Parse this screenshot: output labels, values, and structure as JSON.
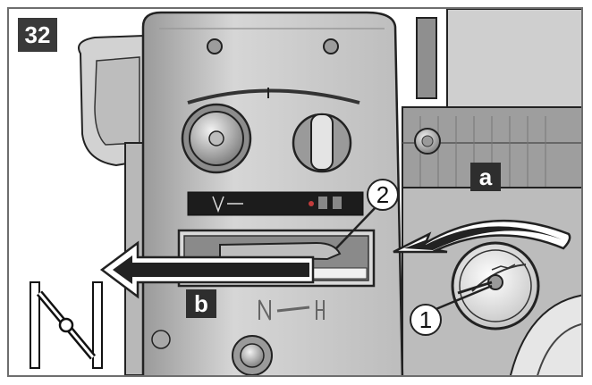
{
  "figure": {
    "number": "32"
  },
  "labels": {
    "a": "a",
    "b": "b"
  },
  "callouts": {
    "one": "1",
    "two": "2"
  },
  "colors": {
    "outline": "#222222",
    "body_light": "#e2e2e2",
    "body_mid": "#c9c9c9",
    "body_dark": "#8a8a8a",
    "label_bg": "#2e2e2e"
  },
  "icons": {
    "mode_symbol": "needle-position-n-icon",
    "arrow_left": "arrow-left-icon",
    "arrow_rotate": "rotate-arrow-icon"
  }
}
